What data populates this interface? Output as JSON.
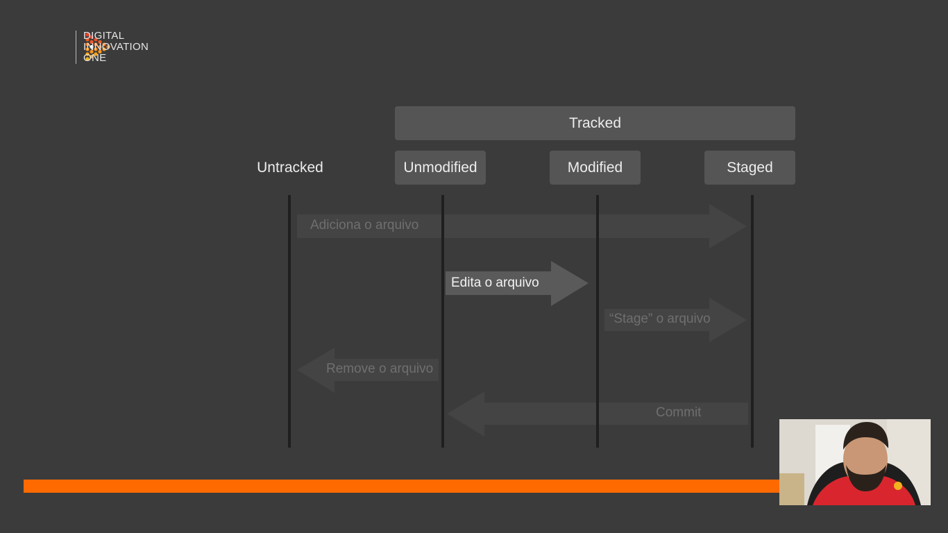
{
  "brand": {
    "name_lines": [
      "DIGITAL",
      "INNOVATION",
      "ONE"
    ]
  },
  "diagram": {
    "group_label": "Tracked",
    "states": {
      "untracked": "Untracked",
      "unmodified": "Unmodified",
      "modified": "Modified",
      "staged": "Staged"
    },
    "transitions": [
      {
        "label": "Adiciona o arquivo",
        "from": "Untracked",
        "to": "Staged",
        "active": false
      },
      {
        "label": "Edita o arquivo",
        "from": "Unmodified",
        "to": "Modified",
        "active": true
      },
      {
        "label": "“Stage” o arquivo",
        "from": "Modified",
        "to": "Staged",
        "active": false
      },
      {
        "label": "Remove o arquivo",
        "from": "Unmodified",
        "to": "Untracked",
        "active": false
      },
      {
        "label": "Commit",
        "from": "Staged",
        "to": "Unmodified",
        "active": false
      }
    ]
  },
  "colors": {
    "accent": "#ff6a00",
    "background": "#3b3b3b",
    "active_arrow": "#5a5a5a",
    "inactive_arrow": "#444444"
  },
  "video": {
    "progress": 0.8
  }
}
